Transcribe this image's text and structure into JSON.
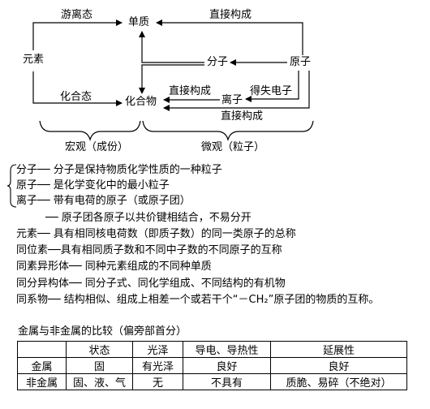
{
  "diagram": {
    "nodes": {
      "danzhi": "单质",
      "yuansu": "元素",
      "fenzi": "分子",
      "yuanzi": "原子",
      "huahewu": "化合物",
      "lizi": "离子"
    },
    "edge_labels": {
      "youlitai": "游离态",
      "zhijie_top": "直接构成",
      "huahetai": "化合态",
      "zhijie_mid": "直接构成",
      "deshi": "得失电子",
      "zhijie_bottom": "直接构成"
    },
    "macro": "宏观（成份）",
    "micro": "微观（粒子）"
  },
  "definitions": [
    "分子── 分子是保持物质化学性质的一种粒子",
    "原子── 是化学变化中的最小粒子",
    "离子── 带有电荷的原子（或原子团）",
    "── 原子团各原子以共价键相结合，不易分开",
    "元素── 具有相同核电荷数（即质子数）的同一类原子的总称",
    "同位素──具有相同质子数和不同中子数的不同原子的互称",
    "同素异形体── 同种元素组成的不同种单质",
    "同分异构体── 同分子式、同化学组成、不同结构的有机物",
    "同系物── 结构相似、组成上相差一个或若干个“－CH₂”原子团的物质的互称。"
  ],
  "table": {
    "title": "金属与非金属的比较（偏旁部首分）",
    "headers": [
      "",
      "状态",
      "光泽",
      "导电、导热性",
      "延展性"
    ],
    "rows": [
      [
        "金属",
        "固",
        "有光泽",
        "良好",
        "良好"
      ],
      [
        "非金属",
        "固、液、气",
        "无",
        "不具有",
        "质脆、易碎（不绝对）"
      ]
    ]
  }
}
